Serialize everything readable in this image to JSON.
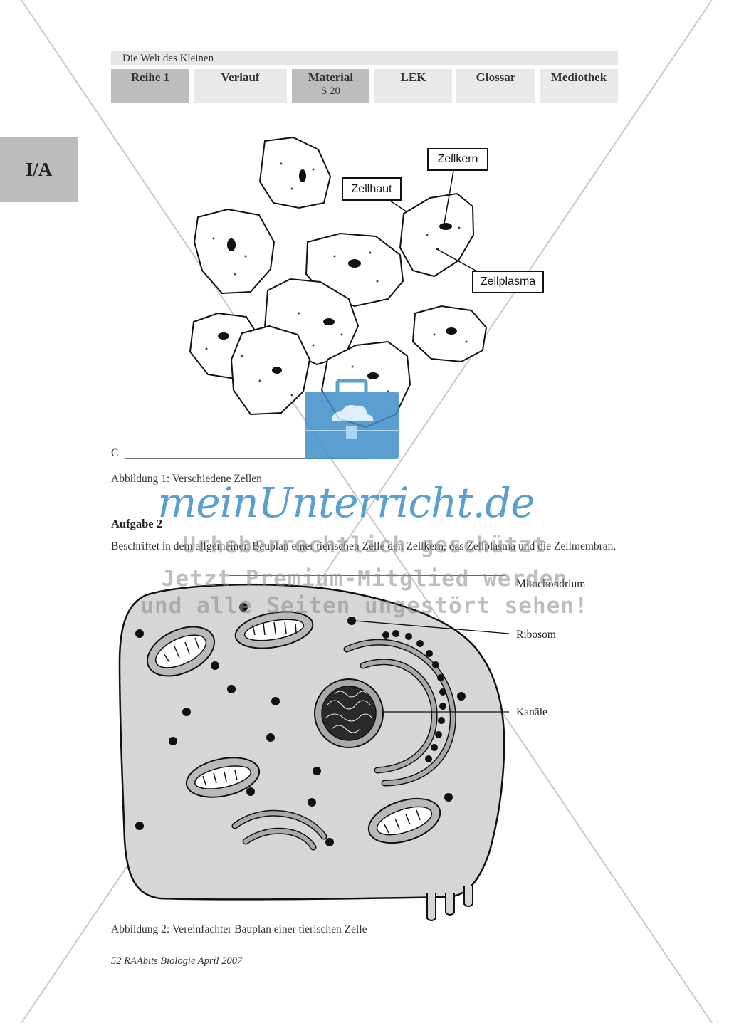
{
  "header": {
    "series_title": "Die Welt des Kleinen",
    "nav": [
      {
        "label": "Reihe 1",
        "sub": ""
      },
      {
        "label": "Verlauf",
        "sub": ""
      },
      {
        "label": "Material",
        "sub": "S 20"
      },
      {
        "label": "LEK",
        "sub": ""
      },
      {
        "label": "Glossar",
        "sub": ""
      },
      {
        "label": "Mediothek",
        "sub": ""
      }
    ],
    "side_tab": "I/A"
  },
  "figure1": {
    "labels": {
      "nucleus": "Zellkern",
      "membrane": "Zellhaut",
      "plasma": "Zellplasma"
    },
    "answer_prefix": "C",
    "caption": "Abbildung 1: Verschiedene Zellen"
  },
  "task": {
    "heading": "Aufgabe 2",
    "text": "Beschriftet in dem allgemeinen Bauplan einer tierischen Zelle den Zellkern, das Zellplasma und die Zellmembran."
  },
  "figure2": {
    "labels": {
      "mitochondrion": "Mitochondrium",
      "ribosome": "Ribosom",
      "channels": "Kanäle"
    },
    "caption": "Abbildung 2: Vereinfachter Bauplan einer tierischen Zelle"
  },
  "watermark": {
    "brand": "meinUnterricht.de",
    "line1": "Urheberrechtlich geschützt",
    "line2": "Jetzt Premium-Mitglied werden",
    "line3": "und alle Seiten ungestört sehen!",
    "accent_color": "#3f8fc8"
  },
  "footer": "52 RAAbits Biologie April 2007"
}
